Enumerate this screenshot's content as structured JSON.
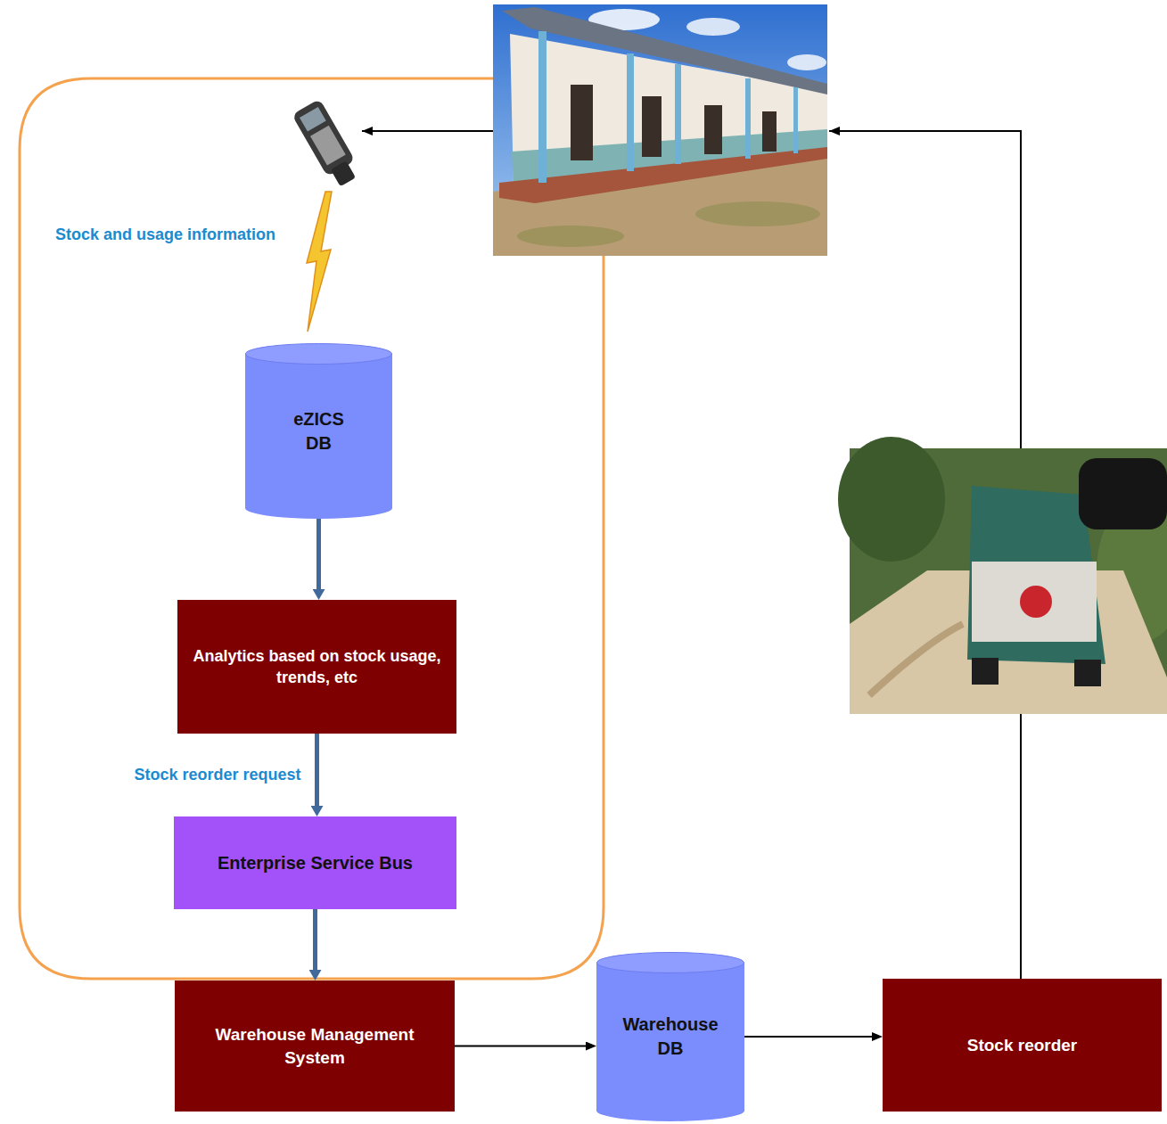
{
  "diagram": {
    "nodes": [
      {
        "text": [
          "eZICS DB"
        ]
      },
      {
        "text": [
          "Analytics based on stock usage, trends, etc"
        ]
      },
      {
        "text": [
          "Enterprise Service Bus"
        ]
      },
      {
        "text": [
          "Warehouse Management System"
        ]
      },
      {
        "text": [
          "Warehouse DB"
        ]
      },
      {
        "text": [
          "Stock reorder"
        ]
      }
    ],
    "edges": [
      {
        "from": 0,
        "to": 1,
        "arrow": "to"
      },
      {
        "from": 1,
        "to": 2,
        "arrow": "to",
        "label": "Stock reorder request"
      },
      {
        "from": 2,
        "to": 3,
        "arrow": "to"
      },
      {
        "from": 3,
        "to": 4,
        "arrow": "to"
      },
      {
        "from": 4,
        "to": 5,
        "arrow": "to"
      }
    ],
    "labels": [
      "Stock and usage information"
    ]
  }
}
